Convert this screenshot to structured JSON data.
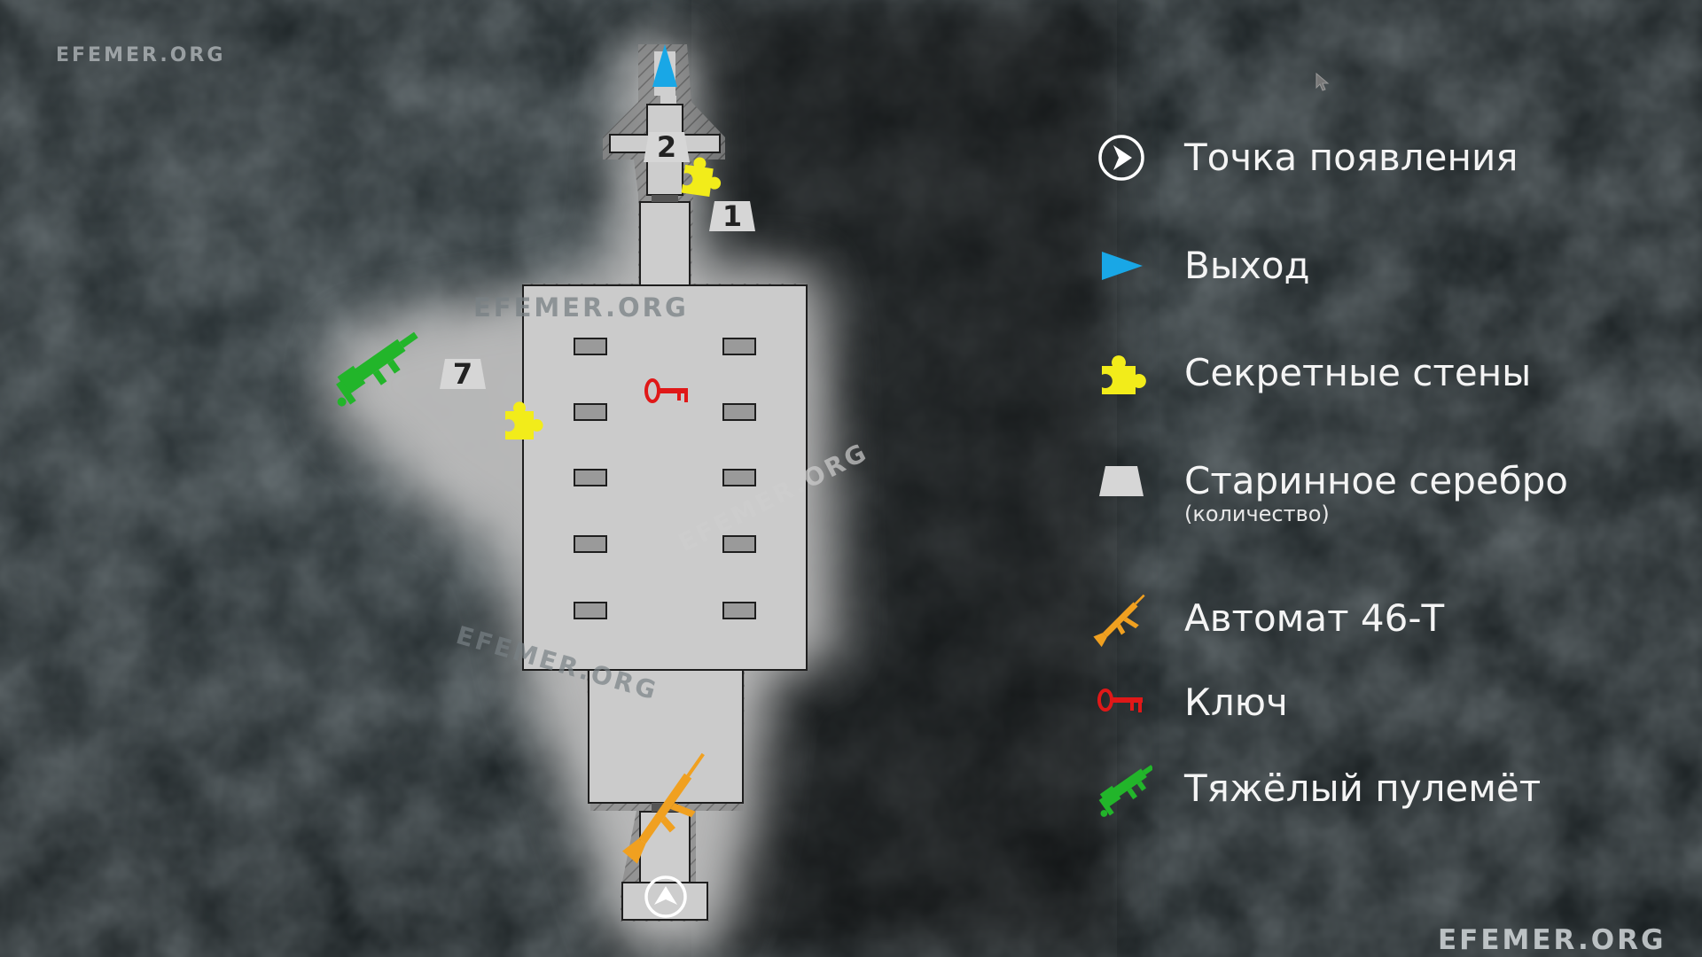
{
  "watermarks": {
    "main": "EFEMER.ORG",
    "map_top": "EFEMER.ORG",
    "map_diag": "EFEMER.ORG",
    "map_low": "EFEMER.ORG",
    "corner": "EFEMER.ORG"
  },
  "legend": [
    {
      "id": "spawn",
      "label": "Точка появления",
      "icon": "spawn-point-icon"
    },
    {
      "id": "exit",
      "label": "Выход",
      "icon": "exit-arrow-icon",
      "color": "#19a7e6"
    },
    {
      "id": "secret",
      "label": "Секретные стены",
      "icon": "puzzle-piece-icon",
      "color": "#f2ec1a"
    },
    {
      "id": "silver",
      "label": "Старинное серебро",
      "sub": "(количество)",
      "icon": "silver-bar-icon",
      "color": "#d6d6d6"
    },
    {
      "id": "rifle",
      "label": "Автомат 46-T",
      "icon": "assault-rifle-icon",
      "color": "#f0a020"
    },
    {
      "id": "key",
      "label": "Ключ",
      "icon": "key-icon",
      "color": "#e01818"
    },
    {
      "id": "mg",
      "label": "Тяжёлый пулемёт",
      "icon": "heavy-machine-gun-icon",
      "color": "#22b52a"
    }
  ],
  "map_markers": {
    "silver_counts": [
      "2",
      "1",
      "7"
    ]
  }
}
